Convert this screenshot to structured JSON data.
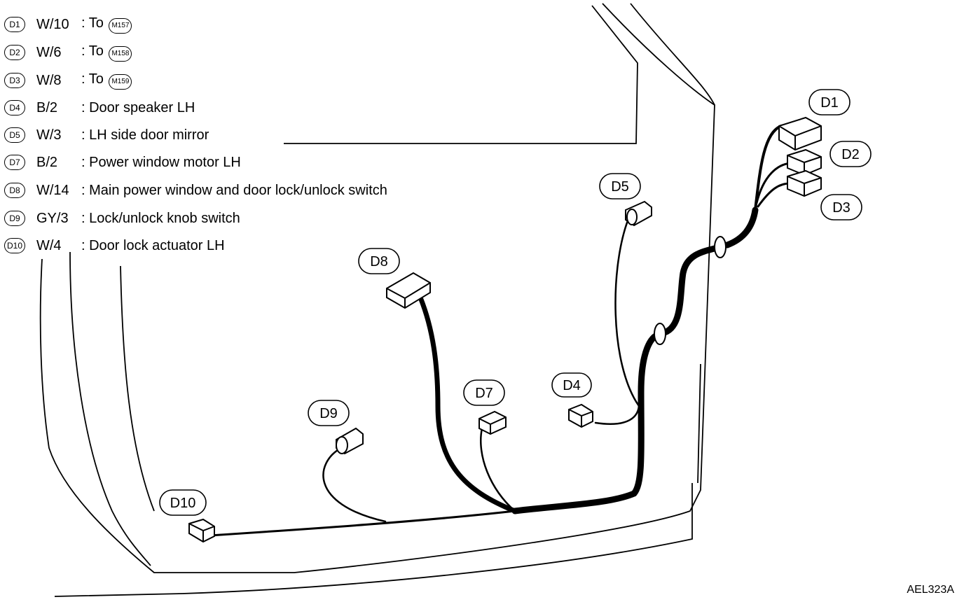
{
  "legend": [
    {
      "id": "D1",
      "wire": "W/10",
      "desc": ": To",
      "ref": "M157"
    },
    {
      "id": "D2",
      "wire": "W/6",
      "desc": ": To",
      "ref": "M158"
    },
    {
      "id": "D3",
      "wire": "W/8",
      "desc": ": To",
      "ref": "M159"
    },
    {
      "id": "D4",
      "wire": "B/2",
      "desc": ": Door speaker LH"
    },
    {
      "id": "D5",
      "wire": "W/3",
      "desc": ": LH side door mirror"
    },
    {
      "id": "D7",
      "wire": "B/2",
      "desc": ": Power window motor LH"
    },
    {
      "id": "D8",
      "wire": "W/14",
      "desc": ": Main power window and door lock/unlock switch"
    },
    {
      "id": "D9",
      "wire": "GY/3",
      "desc": ": Lock/unlock knob switch"
    },
    {
      "id": "D10",
      "wire": "W/4",
      "desc": ": Door lock actuator LH"
    }
  ],
  "connector_labels": [
    "D1",
    "D2",
    "D3",
    "D4",
    "D5",
    "D7",
    "D8",
    "D9",
    "D10"
  ],
  "figure_id": "AEL323A"
}
